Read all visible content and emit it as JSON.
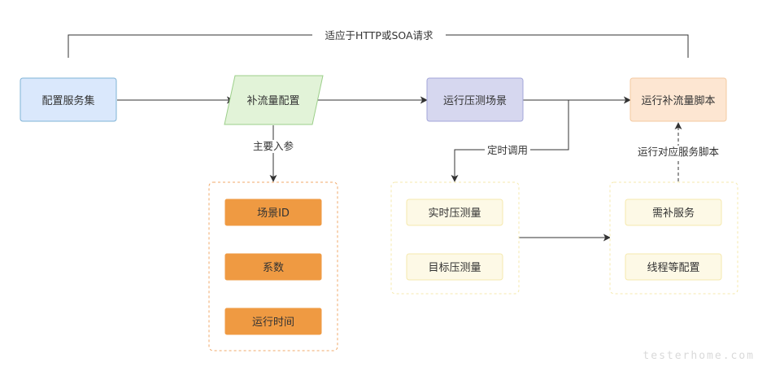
{
  "nodes": {
    "config_service_set": "配置服务集",
    "traffic_config": "补流量配置",
    "run_load_scenario": "运行压测场景",
    "run_traffic_script": "运行补流量脚本",
    "scenario_id": "场景ID",
    "coefficient": "系数",
    "run_time": "运行时间",
    "realtime_load": "实时压测量",
    "target_load": "目标压测量",
    "needed_services": "需补服务",
    "thread_config": "线程等配置"
  },
  "edges": {
    "http_soa_label": "适应于HTTP或SOA请求",
    "main_params_label": "主要入参",
    "scheduled_call_label": "定时调用",
    "run_service_script_label": "运行对应服务脚本"
  },
  "colors": {
    "line": "#333333",
    "service_fill": "#dae8fc",
    "service_stroke": "#7fb3d6",
    "config_fill": "#e2f3d8",
    "config_stroke": "#9ccf8a",
    "scenario_fill": "#d6d7ef",
    "scenario_stroke": "#a3a6d9",
    "script_fill": "#fde6d2",
    "script_stroke": "#f4c9a0",
    "param_fill": "#ef9a42",
    "param_group_stroke": "#f0a868",
    "yellow_fill": "#fdf9e6",
    "yellow_stroke": "#f5e9ad"
  },
  "icons": {
    "arrow": "arrow-head-icon"
  },
  "watermark": "testerhome.com"
}
